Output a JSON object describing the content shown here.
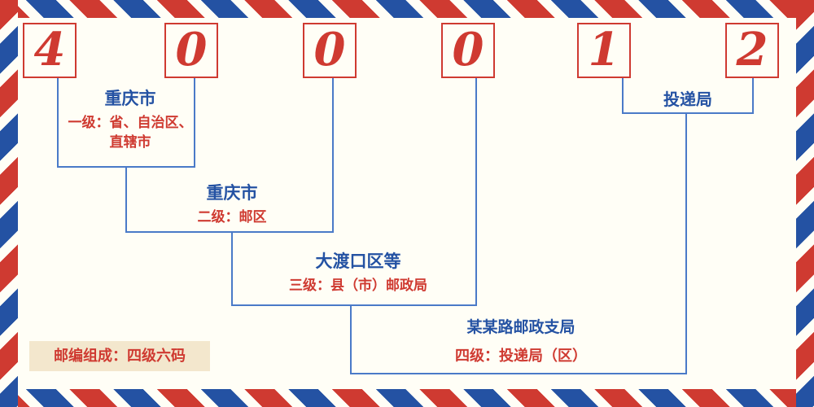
{
  "postal_code": {
    "digits": [
      "4",
      "0",
      "0",
      "0",
      "1",
      "2"
    ]
  },
  "levels": [
    {
      "name": "重庆市",
      "desc": "一级：省、自治区、直辖市"
    },
    {
      "name": "重庆市",
      "desc": "二级：邮区"
    },
    {
      "name": "大渡口区等",
      "desc": "三级：县（市）邮政局"
    },
    {
      "name": "某某路邮政支局",
      "desc": "四级：投递局（区）"
    }
  ],
  "delivery_office_label": "投递局",
  "footer": {
    "composition_note": "邮编组成：四级六码"
  },
  "colors": {
    "red": "#cf3a31",
    "blue": "#2452a3",
    "line_blue": "#4a7ac8",
    "beige": "#f3e7cd"
  }
}
